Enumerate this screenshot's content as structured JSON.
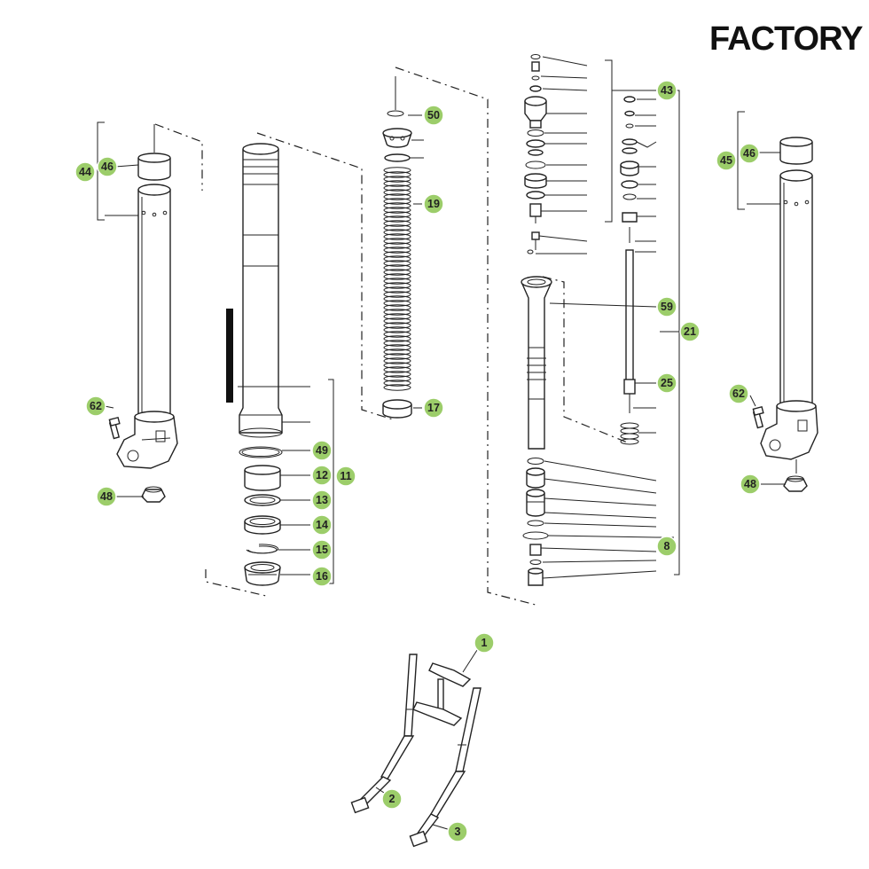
{
  "title": "FACTORY",
  "colors": {
    "callout_fill": "#9ccd6a",
    "line": "#222222"
  },
  "callouts": {
    "c44": "44",
    "c46a": "46",
    "c62a": "62",
    "c48a": "48",
    "c50": "50",
    "c19": "19",
    "c17": "17",
    "c49": "49",
    "c12": "12",
    "c11": "11",
    "c13": "13",
    "c14": "14",
    "c15": "15",
    "c16": "16",
    "c43": "43",
    "c59": "59",
    "c21": "21",
    "c25": "25",
    "c8": "8",
    "c45": "45",
    "c46b": "46",
    "c62b": "62",
    "c48b": "48",
    "c1": "1",
    "c2": "2",
    "c3": "3"
  }
}
